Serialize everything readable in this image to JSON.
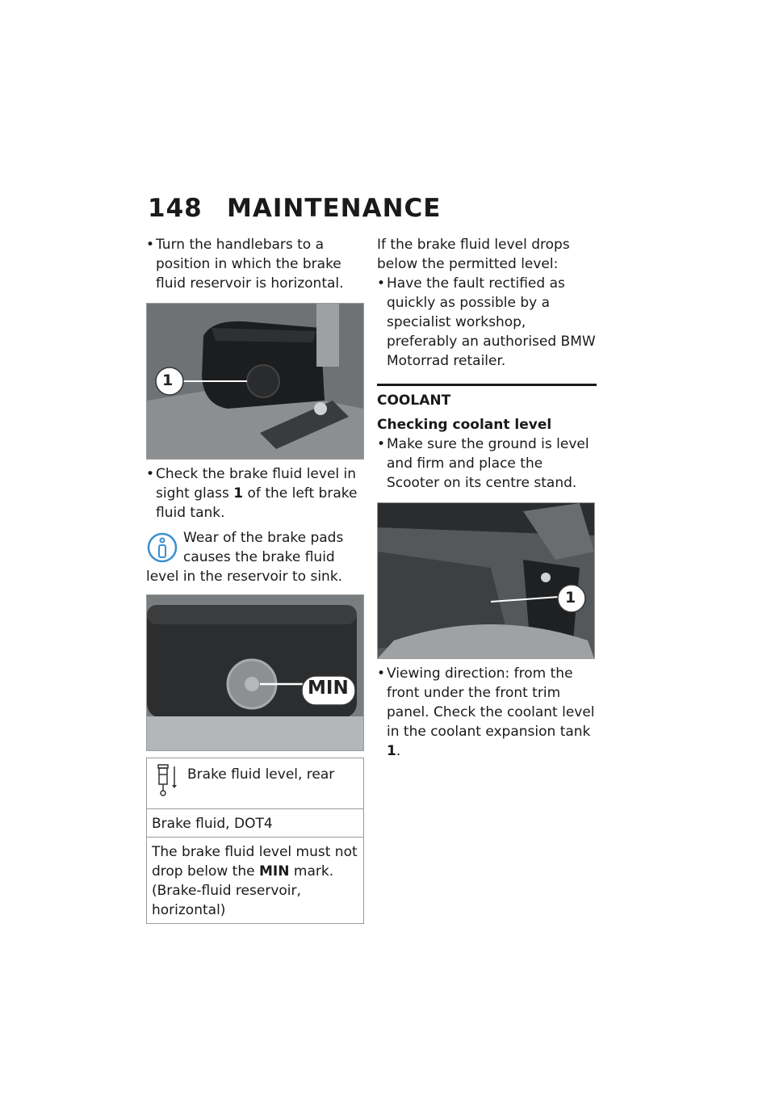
{
  "header": {
    "page_number": "148",
    "section_title": "MAINTENANCE"
  },
  "left": {
    "bullet1": "Turn the handlebars to a position in which the brake fluid reservoir is horizontal.",
    "photo1_callout": "1",
    "bullet2_pre": "Check the brake fluid level in sight glass",
    "bullet2_ref": "1",
    "bullet2_post": "of the left brake fluid tank.",
    "info_line1": "Wear of the brake pads causes the brake fluid",
    "info_line2": "level in the reservoir to sink.",
    "photo2_callout": "MIN",
    "spec": {
      "title": "Brake fluid level, rear",
      "fluid": "Brake fluid, DOT4",
      "rule_pre": "The brake fluid level must not drop below the",
      "rule_ref": "MIN",
      "rule_post": "mark.",
      "rule_note": "(Brake-fluid reservoir, horizontal)"
    }
  },
  "right": {
    "intro": "If the brake fluid level drops below the permitted level:",
    "bullet1": "Have the fault rectified as quickly as possible by a specialist workshop, preferably an authorised BMW Motorrad retailer.",
    "section_title": "COOLANT",
    "subsection_title": "Checking coolant level",
    "bullet2": "Make sure the ground is level and firm and place the Scooter on its centre stand.",
    "photo3_callout": "1",
    "bullet3_pre": "Viewing direction: from the front under the front trim panel. Check the coolant level in the coolant expansion tank",
    "bullet3_ref": "1",
    "bullet3_post": "."
  },
  "icons": {
    "info": "info-icon",
    "fluid": "fluid-level-icon",
    "bullet": "bullet-dot"
  }
}
